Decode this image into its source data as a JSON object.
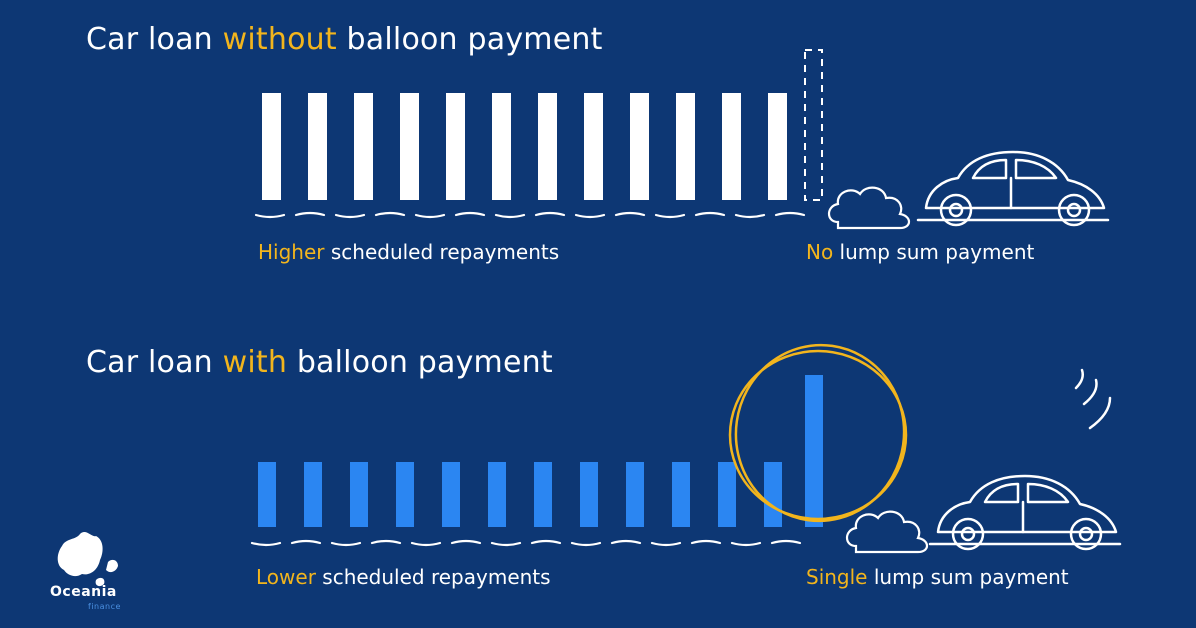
{
  "section_top": {
    "title_pre": "Car loan ",
    "title_hl": "without",
    "title_post": " balloon payment",
    "left_caption_hl": "Higher",
    "left_caption_rest": " scheduled repayments",
    "right_caption_hl": "No",
    "right_caption_rest": " lump sum payment",
    "bar_count": 12,
    "bar_color": "#ffffff"
  },
  "section_bottom": {
    "title_pre": "Car loan ",
    "title_hl": "with",
    "title_post": " balloon payment",
    "left_caption_hl": "Lower",
    "left_caption_rest": " scheduled repayments",
    "right_caption_hl": "Single",
    "right_caption_rest": " lump sum payment",
    "bar_count": 12,
    "bar_color": "#2b86f2"
  },
  "colors": {
    "background": "#0d3774",
    "highlight": "#f2b51d",
    "text": "#ffffff",
    "balloon_bar": "#2b86f2"
  },
  "logo": {
    "name": "Oceania",
    "sub": "finance",
    "icon": "australia-map-icon"
  },
  "icons": {
    "car": "vw-beetle-car-icon",
    "exhaust": "exhaust-cloud-icon",
    "motion": "motion-lines-icon",
    "circle": "highlight-circle-icon"
  }
}
